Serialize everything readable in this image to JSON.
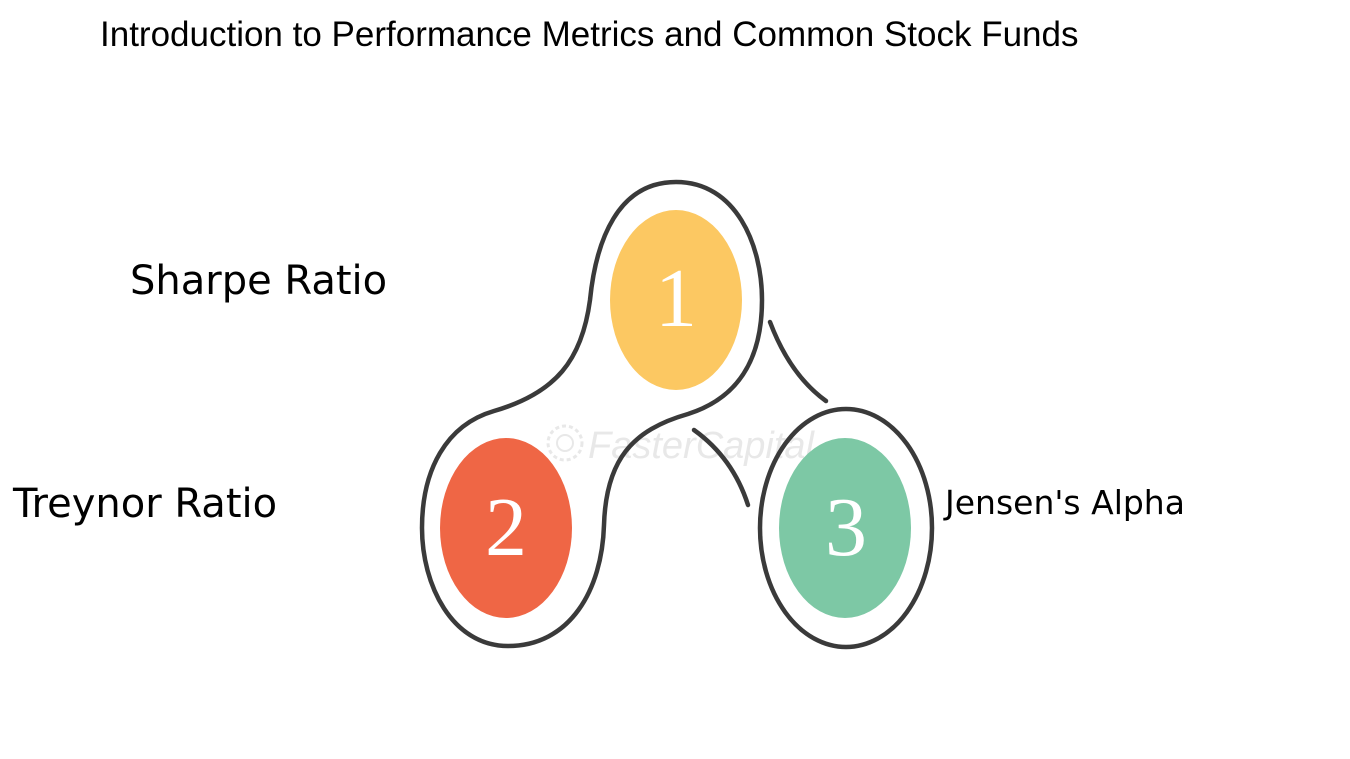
{
  "title": "Introduction to Performance Metrics and Common Stock Funds",
  "nodes": [
    {
      "number": "1",
      "label": "Sharpe Ratio",
      "color": "#FCC862"
    },
    {
      "number": "2",
      "label": "Treynor Ratio",
      "color": "#EF6645"
    },
    {
      "number": "3",
      "label": "Jensen's Alpha",
      "color": "#7DC8A5"
    }
  ],
  "outline_color": "#3a3a3a",
  "watermark": "FasterCapital"
}
